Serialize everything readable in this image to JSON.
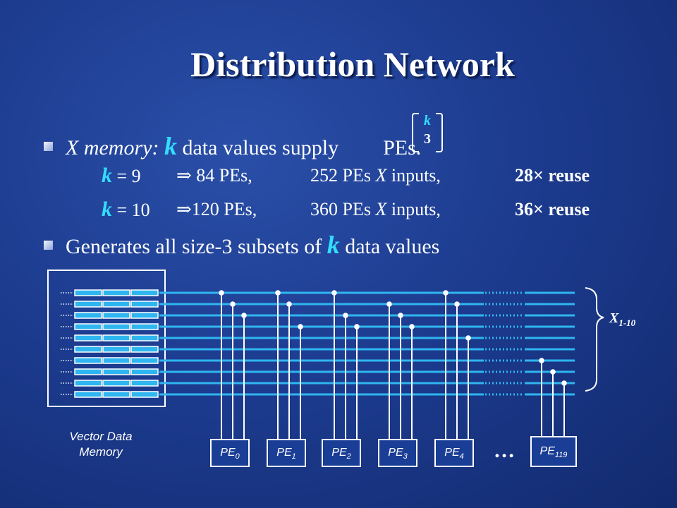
{
  "title": "Distribution Network",
  "bullets": {
    "b1": {
      "prefix": "X memory: ",
      "k": "k",
      "middle": " data values supply ",
      "suffix": " PEs."
    },
    "binom": {
      "top": "k",
      "bottom": "3"
    },
    "row1": {
      "k": "k",
      "eq": " = 9",
      "arrow": "⇒",
      "pes": " 84 PEs,",
      "inputs_a": "252 PEs ",
      "inputs_x": "X",
      "inputs_b": " inputs,",
      "reuse": "28× reuse"
    },
    "row2": {
      "k": "k",
      "eq": " = 10",
      "arrow": "⇒",
      "pes": "120 PEs,",
      "inputs_a": "360 PEs ",
      "inputs_x": "X",
      "inputs_b": " inputs,",
      "reuse": "36× reuse"
    },
    "b2": {
      "prefix": "Generates all size-3 subsets of ",
      "k": "k",
      "suffix": " data values"
    }
  },
  "diagram": {
    "memory_label_line1": "Vector Data",
    "memory_label_line2": "Memory",
    "x_label_main": "X",
    "x_label_sub": "1-10",
    "ellipsis": "…",
    "pes": [
      {
        "main": "PE",
        "sub": "0"
      },
      {
        "main": "PE",
        "sub": "1"
      },
      {
        "main": "PE",
        "sub": "2"
      },
      {
        "main": "PE",
        "sub": "3"
      },
      {
        "main": "PE",
        "sub": "4"
      },
      {
        "main": "PE",
        "sub": "119"
      }
    ],
    "colors": {
      "bus": "#2fb6f0",
      "white": "#ffffff"
    }
  }
}
